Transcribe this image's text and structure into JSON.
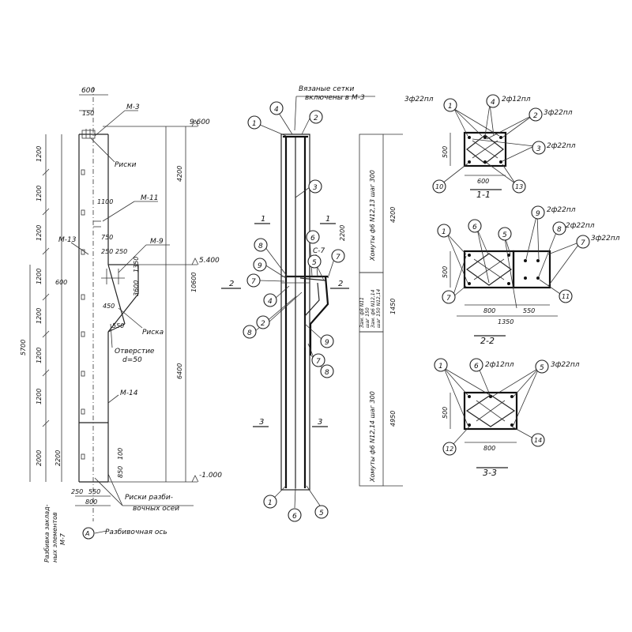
{
  "left_view": {
    "labels": {
      "m3": "М-3",
      "riski": "Риски",
      "m11": "М-11",
      "m13": "М-13",
      "m9": "М-9",
      "riska": "Риска",
      "otverstie": "Отверстие",
      "d50": "d=50",
      "m14": "М-14",
      "riski_razb_1": "Риски разби-",
      "riski_razb_2": "вочных осей",
      "razb_os": "Разбивочная ось",
      "axis_a": "А",
      "razb_zakl_1": "Разбивка заклад-",
      "razb_zakl_2": "ных элементов",
      "razb_zakl_3": "М-7"
    },
    "dims": {
      "d600": "600",
      "d150": "150",
      "d1200a": "1200",
      "d1200b": "1200",
      "d1200c": "1200",
      "d1200d": "1200",
      "d1200e": "1200",
      "d1200f": "1200",
      "d1100": "1100",
      "d750": "750",
      "d250": "250",
      "d250b": "250",
      "d1350": "1350",
      "d600b": "600",
      "d450": "450",
      "d3600": "3600",
      "d550": "550",
      "d5700": "5700",
      "d2000": "2000",
      "d2200": "2200",
      "d100": "100",
      "d850": "850",
      "d800": "800",
      "d550b": "550",
      "d250c": "250",
      "d4200": "4200",
      "d10600": "10600",
      "d6400": "6400"
    },
    "levels": {
      "top": "9.600",
      "mid": "5.400",
      "bottom": "-1.000"
    }
  },
  "middle_view": {
    "note_1": "Вязаные сетки",
    "note_2": "включены в М-3",
    "c7": "С-7",
    "section_1": "1",
    "section_2": "2",
    "section_3": "3",
    "bubbles_top": [
      "1",
      "4",
      "2"
    ],
    "bubble_3": "3",
    "bubbles_mid_left": [
      "8",
      "9",
      "7",
      "4",
      "8"
    ],
    "bubbles_mid": [
      "6",
      "5",
      "7",
      "2",
      "9",
      "7",
      "8"
    ],
    "bubbles_bottom": [
      "1",
      "6",
      "5"
    ],
    "dims": {
      "d2200": "2200",
      "d4200": "4200",
      "d1450": "1450",
      "d4950": "4950"
    },
    "stirrups_top": "Хомуты ф6 N12,13 шаг 300",
    "stirrups_mid_1": "Зам. ф8 N11",
    "stirrups_mid_2": "шаг 150",
    "stirrups_mid_3": "Зам. ф6 N12,14",
    "stirrups_mid_4": "шаг 150 N12,14",
    "stirrups_bottom": "Хомуты ф6 N12,14 шаг 300"
  },
  "section_1_1": {
    "title": "1-1",
    "bars": [
      "3ф22пл",
      "2ф12пл",
      "3ф22пл",
      "2ф22пл"
    ],
    "bubbles": [
      "1",
      "4",
      "2",
      "3",
      "10",
      "13"
    ],
    "dims": {
      "w": "600",
      "h": "500"
    }
  },
  "section_2_2": {
    "title": "2-2",
    "bars": [
      "2ф22пл",
      "2ф22пл",
      "3ф22пл"
    ],
    "bubbles": [
      "1",
      "6",
      "5",
      "9",
      "8",
      "7",
      "7",
      "11"
    ],
    "dims": {
      "w1": "800",
      "w2": "550",
      "total": "1350",
      "h": "500"
    }
  },
  "section_3_3": {
    "title": "3-3",
    "bars": [
      "2ф12пл",
      "3ф22пл"
    ],
    "bubbles": [
      "1",
      "6",
      "5",
      "12",
      "14"
    ],
    "dims": {
      "w": "800",
      "h": "500"
    }
  }
}
